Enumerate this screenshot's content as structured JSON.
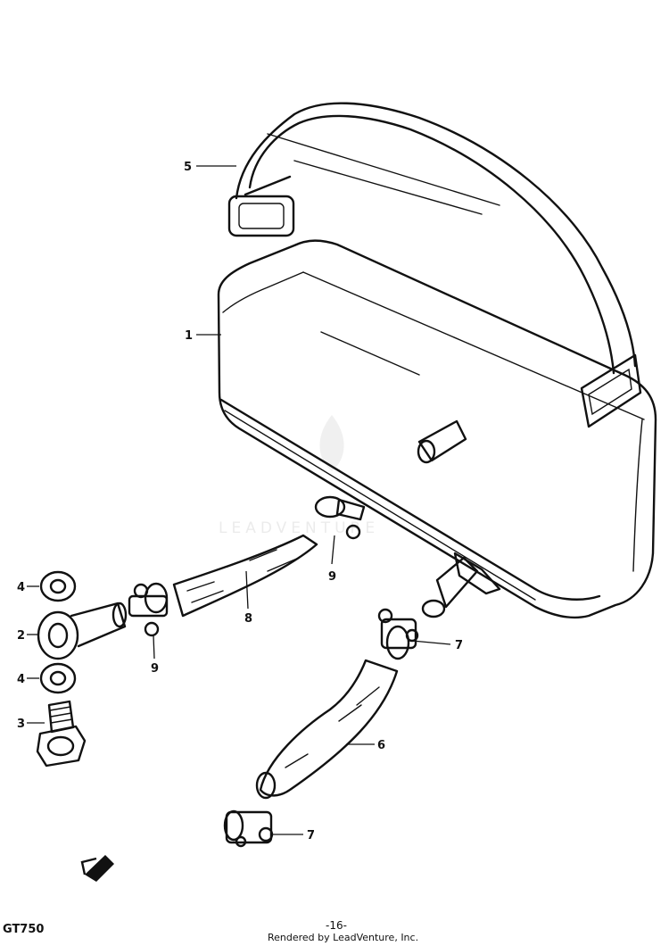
{
  "diagram": {
    "callouts": [
      "5",
      "1",
      "9",
      "4",
      "2",
      "8",
      "9",
      "4",
      "3",
      "7",
      "6",
      "7"
    ],
    "watermark": "LEADVENTURE"
  },
  "footer": {
    "model_code": "GT750",
    "page_number": "-16-",
    "rendered_by": "Rendered by LeadVenture, Inc."
  }
}
